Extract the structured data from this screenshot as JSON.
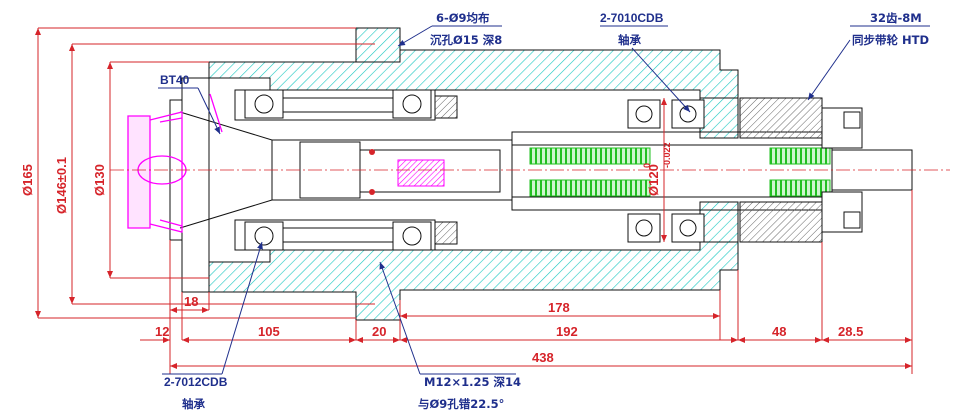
{
  "drawing": {
    "colors": {
      "dimension": "#d6242a",
      "annotation": "#1f2f8c",
      "housing_hatch": "#19c7c0",
      "tool": "#ff00ff",
      "gear": "#22c022",
      "outline": "#111111"
    },
    "callouts": {
      "mount_holes": {
        "line1": "6-Ø9均布",
        "line2": "沉孔Ø15 深8"
      },
      "rear_bearing": {
        "line1": "2-7010CDB",
        "line2": "轴承"
      },
      "pulley": {
        "line1": "32齿-8M",
        "line2": "同步带轮 HTD"
      },
      "taper": {
        "label": "BT40"
      },
      "front_bearing": {
        "line1": "2-7012CDB",
        "line2": "轴承"
      },
      "thread_hole": {
        "line1": "M12×1.25 深14",
        "line2": "与Ø9孔错22.5°"
      }
    },
    "diameters": {
      "d165": "Ø165",
      "d146": "Ø146±0.1",
      "d130": "Ø130",
      "d120": "Ø120",
      "d120_tol_upper": "0",
      "d120_tol_lower": "-0.022"
    },
    "lengths": {
      "l18": "18",
      "l178": "178",
      "l12": "12",
      "l105": "105",
      "l20": "20",
      "l192": "192",
      "l48": "48",
      "l28_5": "28.5",
      "l438": "438"
    }
  }
}
